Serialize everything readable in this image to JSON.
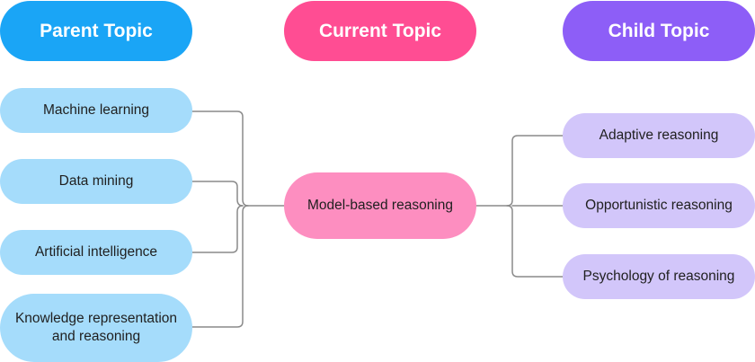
{
  "headers": {
    "parent": "Parent Topic",
    "current": "Current Topic",
    "child": "Child Topic"
  },
  "parents": [
    "Machine learning",
    "Data mining",
    "Artificial intelligence",
    "Knowledge representation and reasoning"
  ],
  "current": "Model-based reasoning",
  "children": [
    "Adaptive reasoning",
    "Opportunistic reasoning",
    "Psychology of reasoning"
  ],
  "colors": {
    "parent_header": "#1aa5f6",
    "current_header": "#ff4d93",
    "child_header": "#8d5ef7",
    "parent_node": "#a5dcfb",
    "current_node": "#fd8ec0",
    "child_node": "#d2c6fa",
    "connector": "#8a8a8a"
  }
}
